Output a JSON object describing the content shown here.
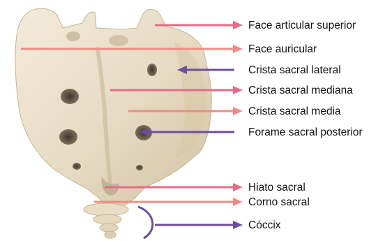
{
  "colors": {
    "pink": "#e76a86",
    "salmon": "#ef8c84",
    "purple": "#6f4c9c",
    "bone_light": "#eee4d1",
    "bone_mid": "#e2d5bd",
    "bone_shadow": "#c9b897",
    "hole": "#5f5446"
  },
  "labels": {
    "face_articular_superior": "Face articular superior",
    "face_auricular": "Face auricular",
    "crista_sacral_lateral": "Crista sacral lateral",
    "crista_sacral_mediana": "Crista sacral mediana",
    "crista_sacral_media": "Crista sacral media",
    "forame_sacral_posterior": "Forame sacral posterior",
    "hiato_sacral": "Hiato sacral",
    "corno_sacral": "Corno sacral",
    "coccix": "Cóccix"
  },
  "pointers": [
    {
      "key": "face_articular_superior",
      "color": "pink"
    },
    {
      "key": "face_auricular",
      "color": "salmon"
    },
    {
      "key": "crista_sacral_lateral",
      "color": "purple"
    },
    {
      "key": "crista_sacral_mediana",
      "color": "pink"
    },
    {
      "key": "crista_sacral_media",
      "color": "salmon"
    },
    {
      "key": "forame_sacral_posterior",
      "color": "purple"
    },
    {
      "key": "hiato_sacral",
      "color": "pink"
    },
    {
      "key": "corno_sacral",
      "color": "salmon"
    },
    {
      "key": "coccix",
      "color": "purple"
    }
  ]
}
